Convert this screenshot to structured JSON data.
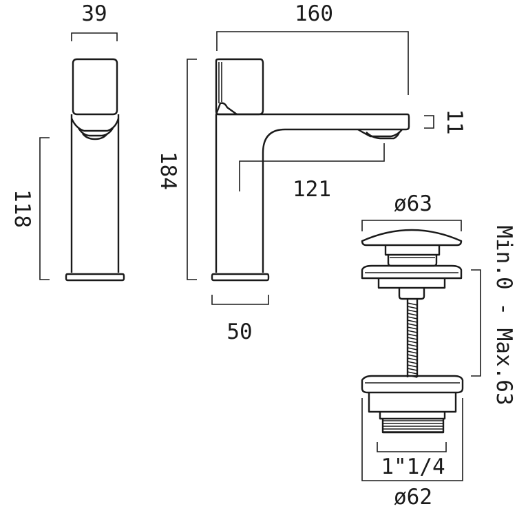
{
  "dimensions": {
    "body_width": "39",
    "overall_projection": "160",
    "spout_height": "118",
    "overall_height": "184",
    "spout_tip": "11",
    "spout_reach": "121",
    "base_width": "50",
    "waste_cap_diameter": "ø63",
    "waste_adjustment": "Min.0 - Max.63",
    "waste_thread": "1\"1/4",
    "waste_flange_diameter": "ø62"
  },
  "colors": {
    "line": "#1a1a1a",
    "background": "#ffffff"
  }
}
